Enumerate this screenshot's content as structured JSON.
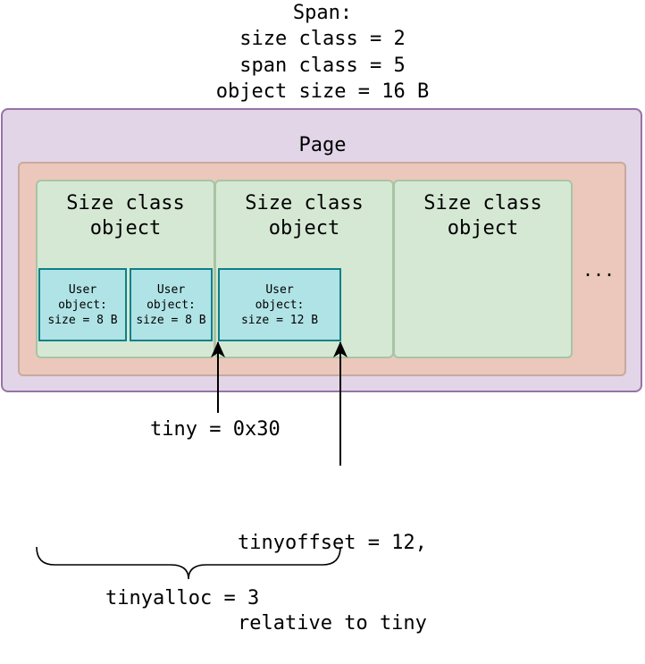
{
  "span_header": {
    "line1": "Span:",
    "line2": "size class = 2",
    "line3": "span class = 5",
    "line4": "object size = 16 B"
  },
  "page_label": "Page",
  "size_class_objects": [
    {
      "label": "Size class\nobject"
    },
    {
      "label": "Size class\nobject"
    },
    {
      "label": "Size class\nobject"
    }
  ],
  "user_objects": [
    {
      "line1": "User",
      "line2": "object:",
      "line3": "size = 8 B"
    },
    {
      "line1": "User",
      "line2": "object:",
      "line3": "size = 8 B"
    },
    {
      "line1": "User",
      "line2": "object:",
      "line3": "size = 12 B"
    }
  ],
  "more_indicator": "...",
  "tiny_label": "tiny = 0x30",
  "tinyoffset_label": {
    "line1": "tinyoffset = 12,",
    "line2": "relative to tiny"
  },
  "tinyalloc_label": "tinyalloc = 3",
  "colors": {
    "span_fill": "#e1d5e7",
    "span_stroke": "#9673a6",
    "page_fill": "#ecc8bc",
    "size_class_fill": "#d5e8d4",
    "user_object_fill": "#b0e3e6",
    "user_object_stroke": "#0e8088"
  }
}
